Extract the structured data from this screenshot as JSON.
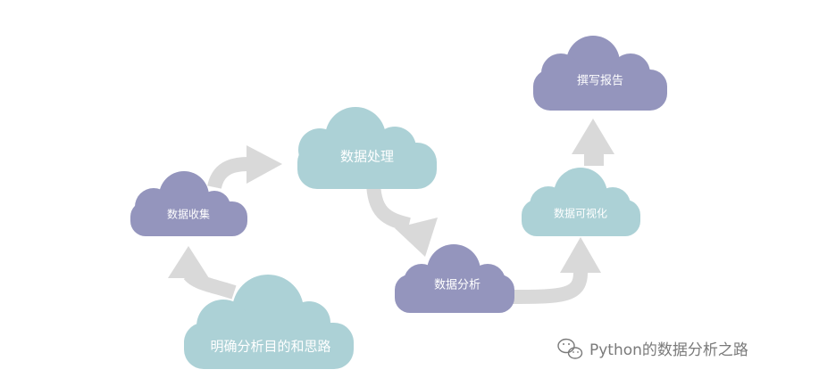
{
  "colors": {
    "teal": "#acd1d6",
    "purple": "#9495bd",
    "arrow": "#d9d9d9",
    "watermark": "#7a7a7a"
  },
  "nodes": {
    "goal": {
      "label": "明确分析目的和思路"
    },
    "collect": {
      "label": "数据收集"
    },
    "process": {
      "label": "数据处理"
    },
    "analyze": {
      "label": "数据分析"
    },
    "visualize": {
      "label": "数据可视化"
    },
    "report": {
      "label": "撰写报告"
    }
  },
  "watermark": {
    "icon": "wechat-icon",
    "text": "Python的数据分析之路"
  }
}
